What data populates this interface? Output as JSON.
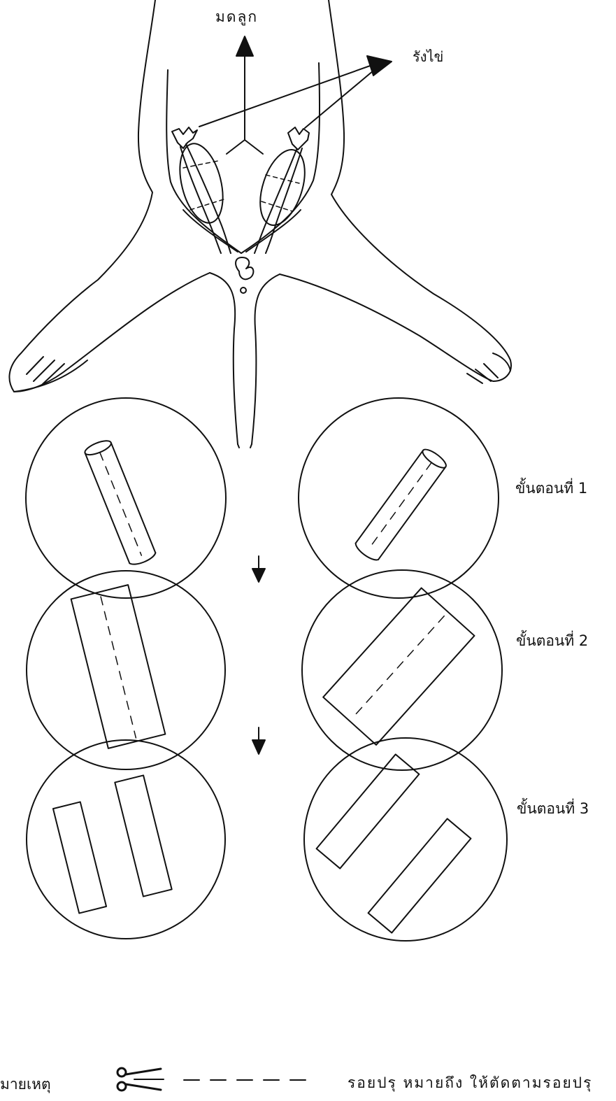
{
  "labels": {
    "uterus": "มดลูก",
    "ovary": "รังไข่"
  },
  "steps": [
    {
      "label": "ขั้นตอนที่ 1"
    },
    {
      "label": "ขั้นตอนที่ 2"
    },
    {
      "label": "ขั้นตอนที่ 3"
    }
  ],
  "legend": {
    "note_label": "มายเหตุ",
    "note_text": "รอยปรุ หมายถึง ให้ตัดตามรอยปรุ"
  },
  "icons": {
    "scissors": "scissors-icon",
    "arrow": "arrow-down-icon"
  },
  "colors": {
    "ink": "#111111",
    "paper": "#ffffff"
  }
}
